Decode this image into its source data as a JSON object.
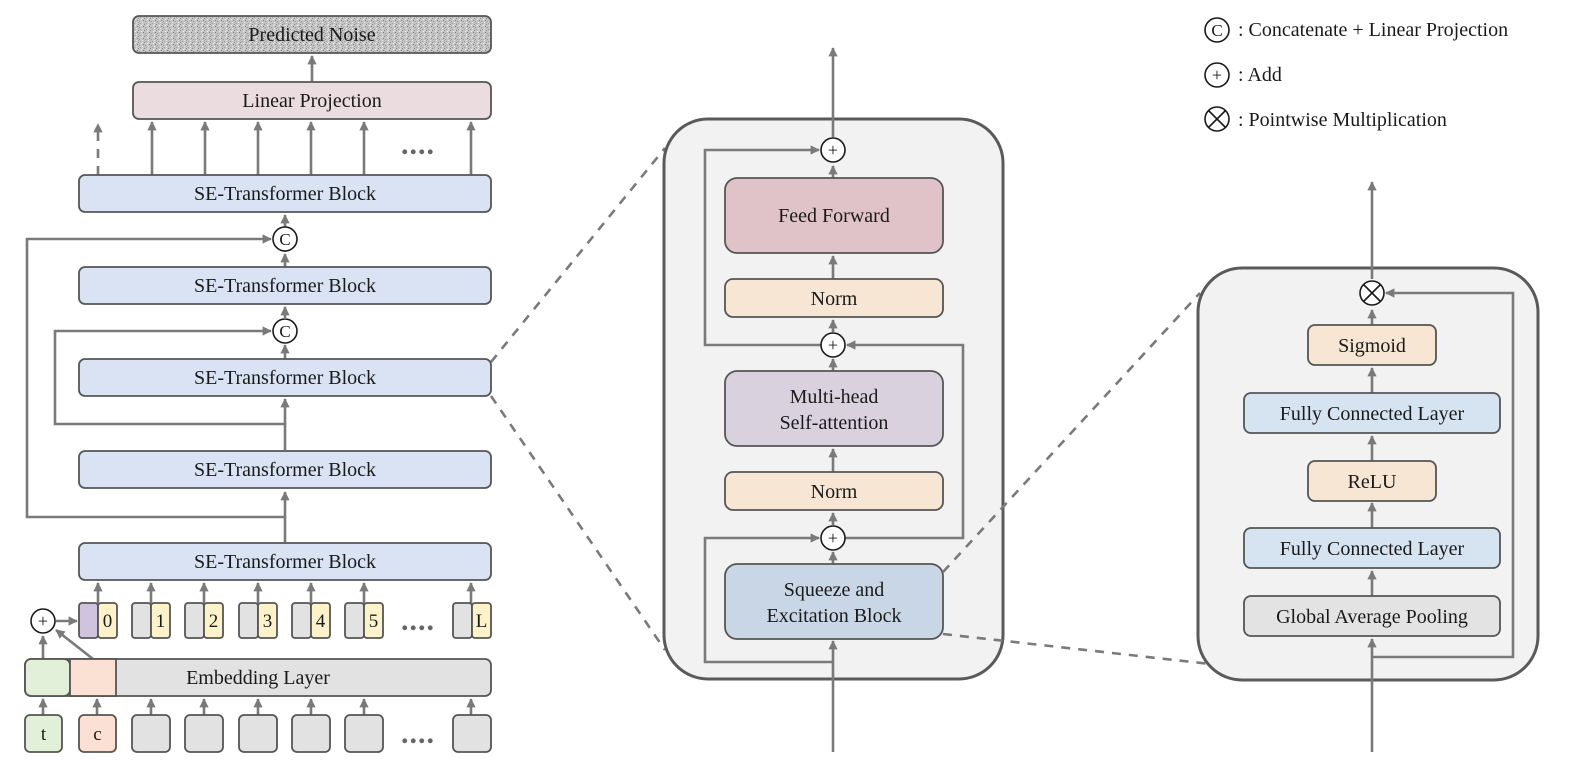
{
  "legend": {
    "concat_symbol": "C",
    "concat_text": ": Concatenate + Linear Projection",
    "add_symbol": "+",
    "add_text": ": Add",
    "mult_text": ": Pointwise Multiplication"
  },
  "left": {
    "predicted_noise": "Predicted Noise",
    "linear_projection": "Linear Projection",
    "se_block": "SE-Transformer Block",
    "embedding_layer": "Embedding Layer",
    "ellipsis": "....",
    "concat_symbol": "C",
    "add_symbol": "+",
    "token_labels": [
      "0",
      "1",
      "2",
      "3",
      "4",
      "5",
      "L"
    ],
    "input_t": "t",
    "input_c": "c"
  },
  "middle": {
    "add_symbol": "+",
    "feed_forward": "Feed Forward",
    "norm": "Norm",
    "mhsa_line1": "Multi-head",
    "mhsa_line2": "Self-attention",
    "se_line1": "Squeeze and",
    "se_line2": "Excitation Block"
  },
  "right": {
    "sigmoid": "Sigmoid",
    "fc_layer": "Fully Connected Layer",
    "relu": "ReLU",
    "gap": "Global Average Pooling"
  },
  "colors": {
    "blue_block": "#dae3f3",
    "pink_block": "#eadcdf",
    "yellow_token": "#fdf2c9",
    "purple_token": "#cfc3de",
    "gray_token": "#e2e2e2",
    "green_t": "#e2efd9",
    "orange_c": "#fbe1d3",
    "feed_forward": "#dfc3c8",
    "norm": "#f6e6d3",
    "mhsa": "#d9d2de",
    "se": "#c9d6e6",
    "fc": "#d6e4f2",
    "gap": "#e3e3e3",
    "panel": "#f3f2f3"
  }
}
